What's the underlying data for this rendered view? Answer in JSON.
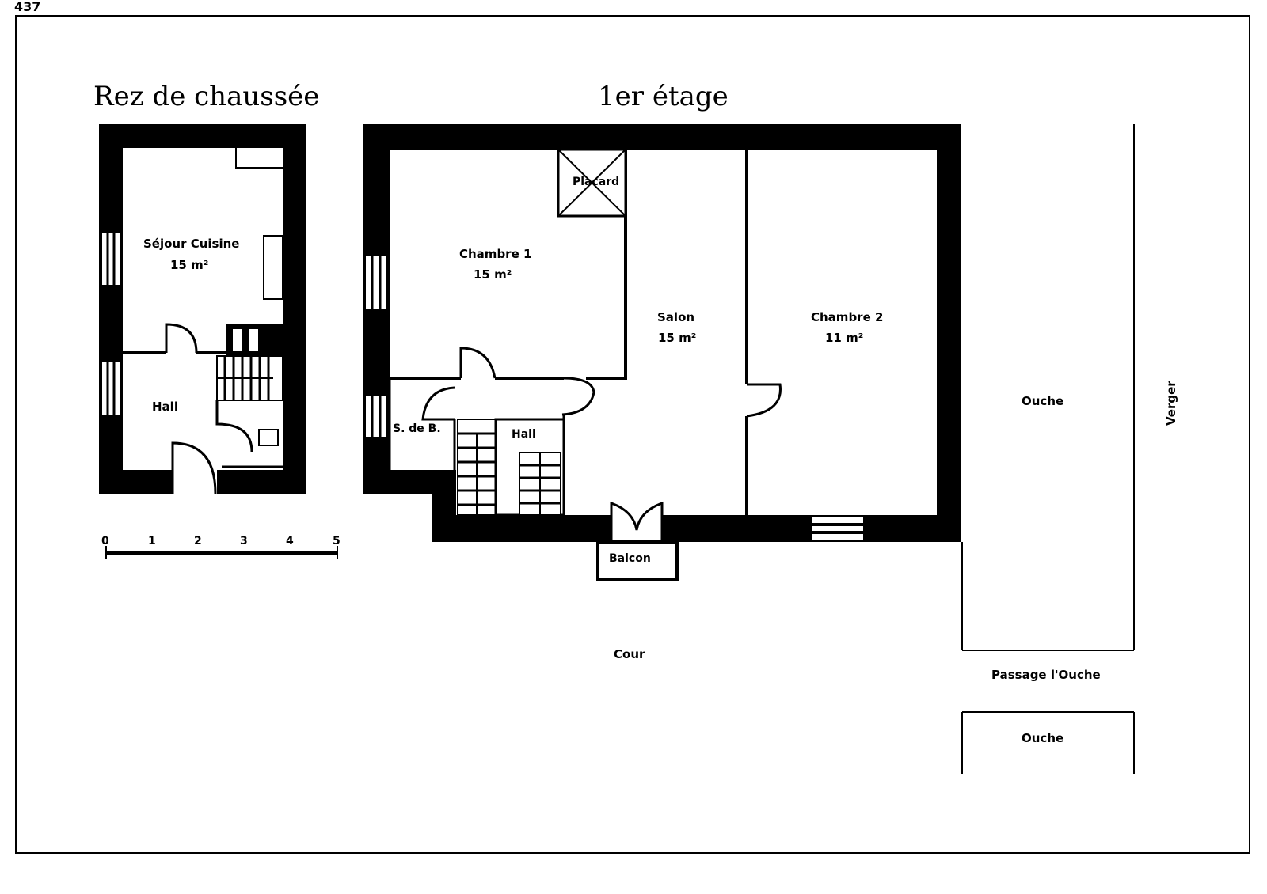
{
  "corner_label": "437",
  "titles": {
    "ground": "Rez de chaussée",
    "first": "1er étage"
  },
  "ground_floor": {
    "sejour_name": "Séjour Cuisine",
    "sejour_area": "15 m²",
    "hall": "Hall"
  },
  "first_floor": {
    "chambre1_name": "Chambre 1",
    "chambre1_area": "15 m²",
    "placard": "Placard",
    "salon_name": "Salon",
    "salon_area": "15 m²",
    "chambre2_name": "Chambre 2",
    "chambre2_area": "11 m²",
    "sde": "S. de B.",
    "hall": "Hall",
    "balcon": "Balcon"
  },
  "exterior": {
    "cour": "Cour",
    "ouche_1": "Ouche",
    "ouche_2": "Ouche",
    "verger": "Verger",
    "passage": "Passage l'Ouche"
  },
  "scale": {
    "ticks": [
      "0",
      "1",
      "2",
      "3",
      "4",
      "5"
    ]
  }
}
